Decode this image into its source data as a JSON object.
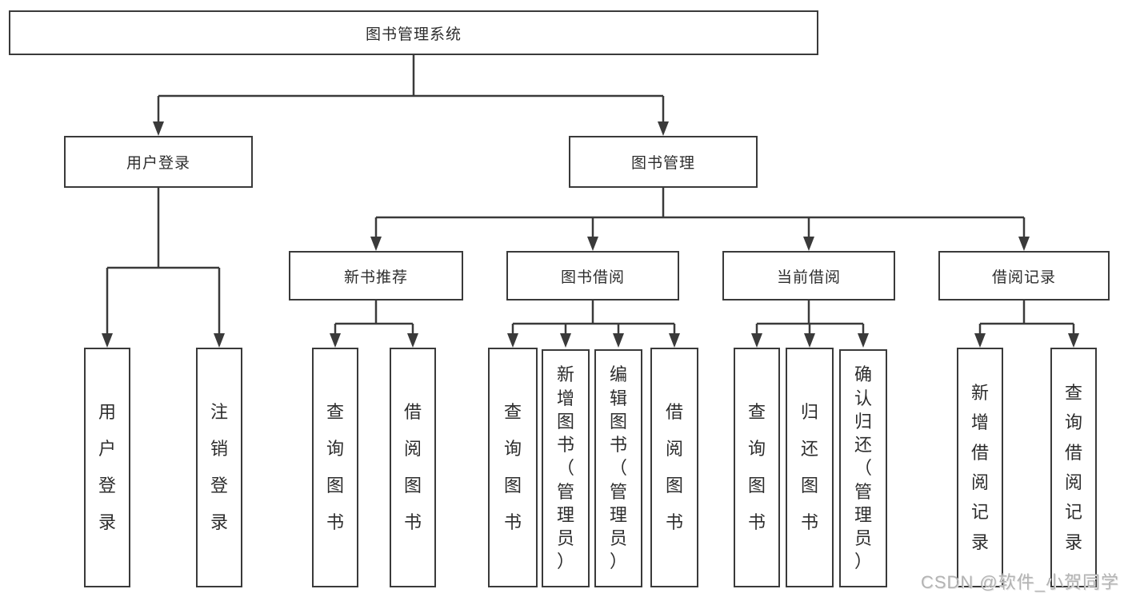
{
  "colors": {
    "line": "#3a3a3a",
    "box_border": "#3a3a3a",
    "text": "#2d2d2d",
    "background": "#ffffff",
    "watermark": "#b3b3b3"
  },
  "watermark": {
    "text": "CSDN @软件_小贺同学"
  },
  "tree": {
    "root": {
      "label": "图书管理系统"
    },
    "branches": [
      {
        "label": "用户登录",
        "children": [
          {
            "label": "用户登录"
          },
          {
            "label": "注销登录"
          }
        ]
      },
      {
        "label": "图书管理",
        "children": [
          {
            "label": "新书推荐",
            "children": [
              {
                "label": "查询图书"
              },
              {
                "label": "借阅图书"
              }
            ]
          },
          {
            "label": "图书借阅",
            "children": [
              {
                "label": "查询图书"
              },
              {
                "label": "新增图书（管理员）"
              },
              {
                "label": "编辑图书（管理员）"
              },
              {
                "label": "借阅图书"
              }
            ]
          },
          {
            "label": "当前借阅",
            "children": [
              {
                "label": "查询图书"
              },
              {
                "label": "归还图书"
              },
              {
                "label": "确认归还（管理员）"
              }
            ]
          },
          {
            "label": "借阅记录",
            "children": [
              {
                "label": "新增借阅记录"
              },
              {
                "label": "查询借阅记录"
              }
            ]
          }
        ]
      }
    ]
  }
}
